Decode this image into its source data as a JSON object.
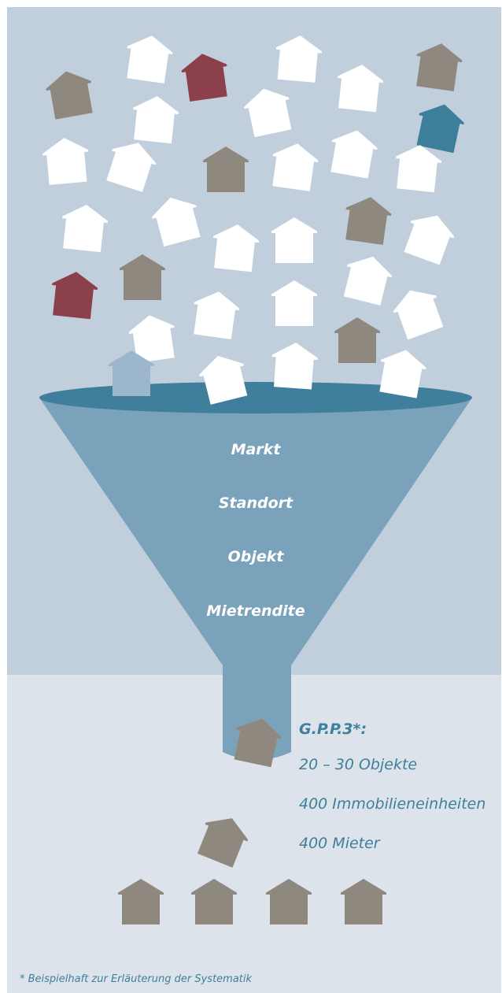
{
  "colors": {
    "top_background": "#c0cfdb",
    "bottom_background": "#dce3ea",
    "funnel_body": "#7aa2ba",
    "funnel_rim": "#3f7f9c",
    "house_white": "#ffffff",
    "house_gray": "#8f887e",
    "house_red": "#8c404b",
    "house_teal": "#3d7f9b",
    "house_lightblue": "#9cb6cb",
    "text_accent": "#3f7f9c"
  },
  "funnel": {
    "criteria": [
      "Markt",
      "Standort",
      "Objekt",
      "Mietrendite"
    ]
  },
  "result": {
    "title": "G.P.P.3*:",
    "lines": [
      "20 – 30 Objekte",
      "400 Immobilieneinheiten",
      "400 Mieter"
    ]
  },
  "footnote": "* Beispielhaft zur Erläuterung der Systematik"
}
